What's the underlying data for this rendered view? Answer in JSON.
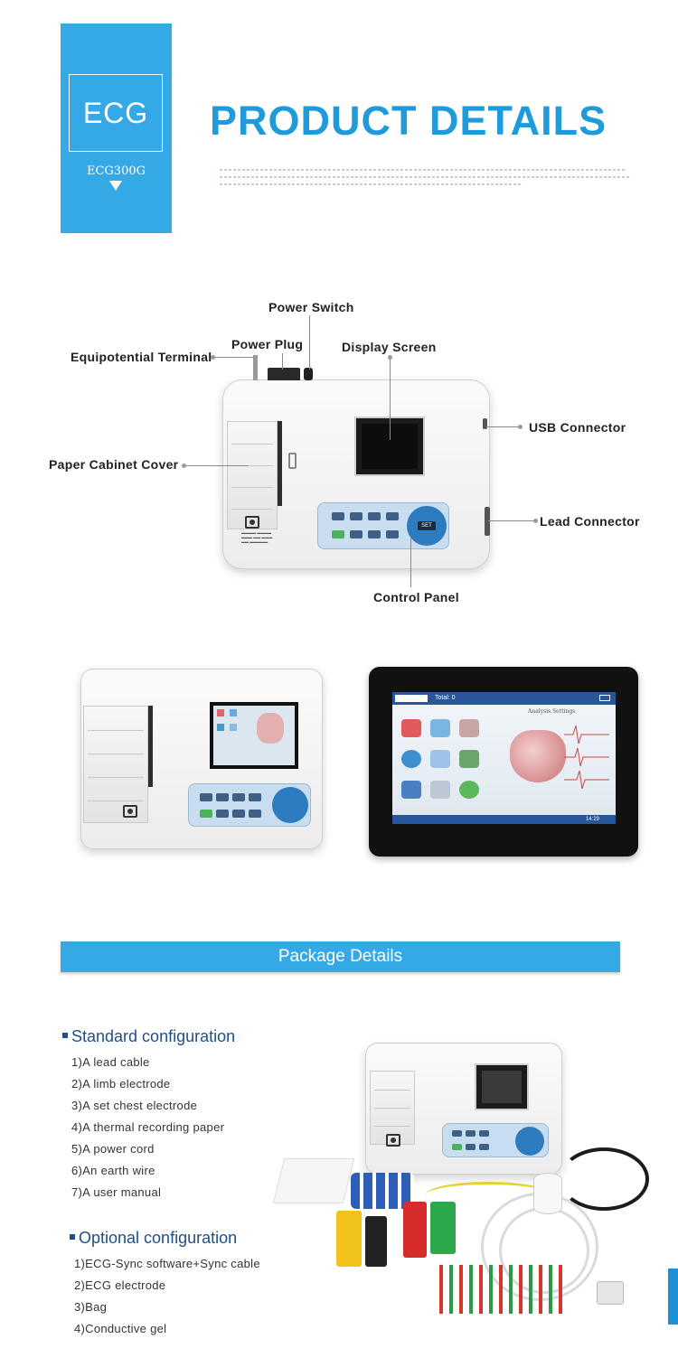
{
  "header": {
    "badge_title": "ECG",
    "badge_subtitle": "ECG300G",
    "title": "PRODUCT DETAILS"
  },
  "diagram": {
    "callouts": {
      "power_switch": "Power Switch",
      "power_plug": "Power Plug",
      "equipotential_terminal": "Equipotential Terminal",
      "display_screen": "Display Screen",
      "usb_connector": "USB Connector",
      "paper_cabinet_cover": "Paper Cabinet Cover",
      "lead_connector": "Lead Connector",
      "control_panel": "Control Panel"
    },
    "panel_center_key": "SET"
  },
  "tablet": {
    "status_label": "Total: 0",
    "screen_title": "Analysis Settings",
    "clock": "14:29"
  },
  "package": {
    "bar_title": "Package Details",
    "standard": {
      "heading": "Standard configuration",
      "items": [
        "1)A lead cable",
        "2)A limb electrode",
        "3)A set chest electrode",
        "4)A thermal recording paper",
        "5)A power cord",
        "6)An earth wire",
        "7)A user manual"
      ]
    },
    "optional": {
      "heading": "Optional configuration",
      "items": [
        "1)ECG-Sync software+Sync cable",
        "2)ECG electrode",
        "3)Bag",
        "4)Conductive gel"
      ]
    }
  },
  "colors": {
    "accent": "#35a9e6",
    "title_blue": "#1f9bdc",
    "heading_navy": "#1f4f8a"
  }
}
